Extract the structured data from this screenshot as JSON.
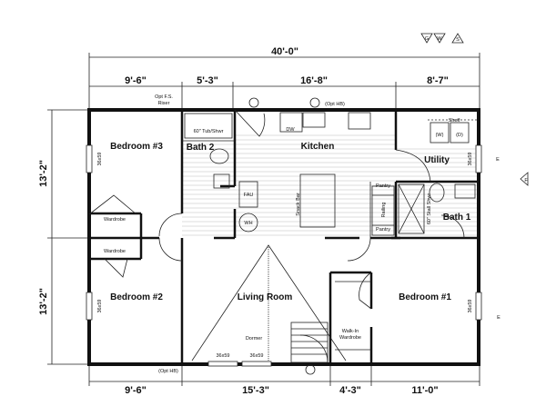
{
  "dimensions": {
    "overall_width": "40'-0\"",
    "top": [
      "9'-6\"",
      "5'-3\"",
      "16'-8\"",
      "8'-7\""
    ],
    "bottom": [
      "9'-6\"",
      "15'-3\"",
      "4'-3\"",
      "11'-0\""
    ],
    "left": [
      "13'-2\"",
      "13'-2\""
    ]
  },
  "rooms": {
    "bedroom3": "Bedroom #3",
    "bath2": "Bath 2",
    "kitchen": "Kitchen",
    "utility": "Utility",
    "bath1": "Bath 1",
    "bedroom2": "Bedroom #2",
    "living": "Living Room",
    "bedroom1": "Bedroom #1"
  },
  "labels": {
    "opt_fs_riser_1": "Opt F.S.",
    "opt_fs_riser_2": "Riser",
    "opt_hb_top": "(Opt HB)",
    "opt_hb_bottom": "(Opt HB)",
    "tub": "60\" Tub/Shwr",
    "dw": "DW",
    "shelf": "Shelf",
    "washer": "(W)",
    "dryer": "(D)",
    "fau": "FAU",
    "wh": "WH",
    "snack_bar": "Snack Bar",
    "pantry_top": "Pantry",
    "pantry_bottom": "Pantry",
    "railing": "Railing",
    "stall_shwr": "60\" Stall Shwr",
    "wardrobe3": "Wardrobe",
    "wardrobe2": "Wardrobe",
    "walkin_1": "Walk-In",
    "walkin_2": "Wardrobe",
    "dormer": "Dormer",
    "window_size": "36x59",
    "legend_g": "G",
    "legend_w": "W",
    "legend_s": "S",
    "elev_e": "E",
    "elev_f": "F"
  }
}
